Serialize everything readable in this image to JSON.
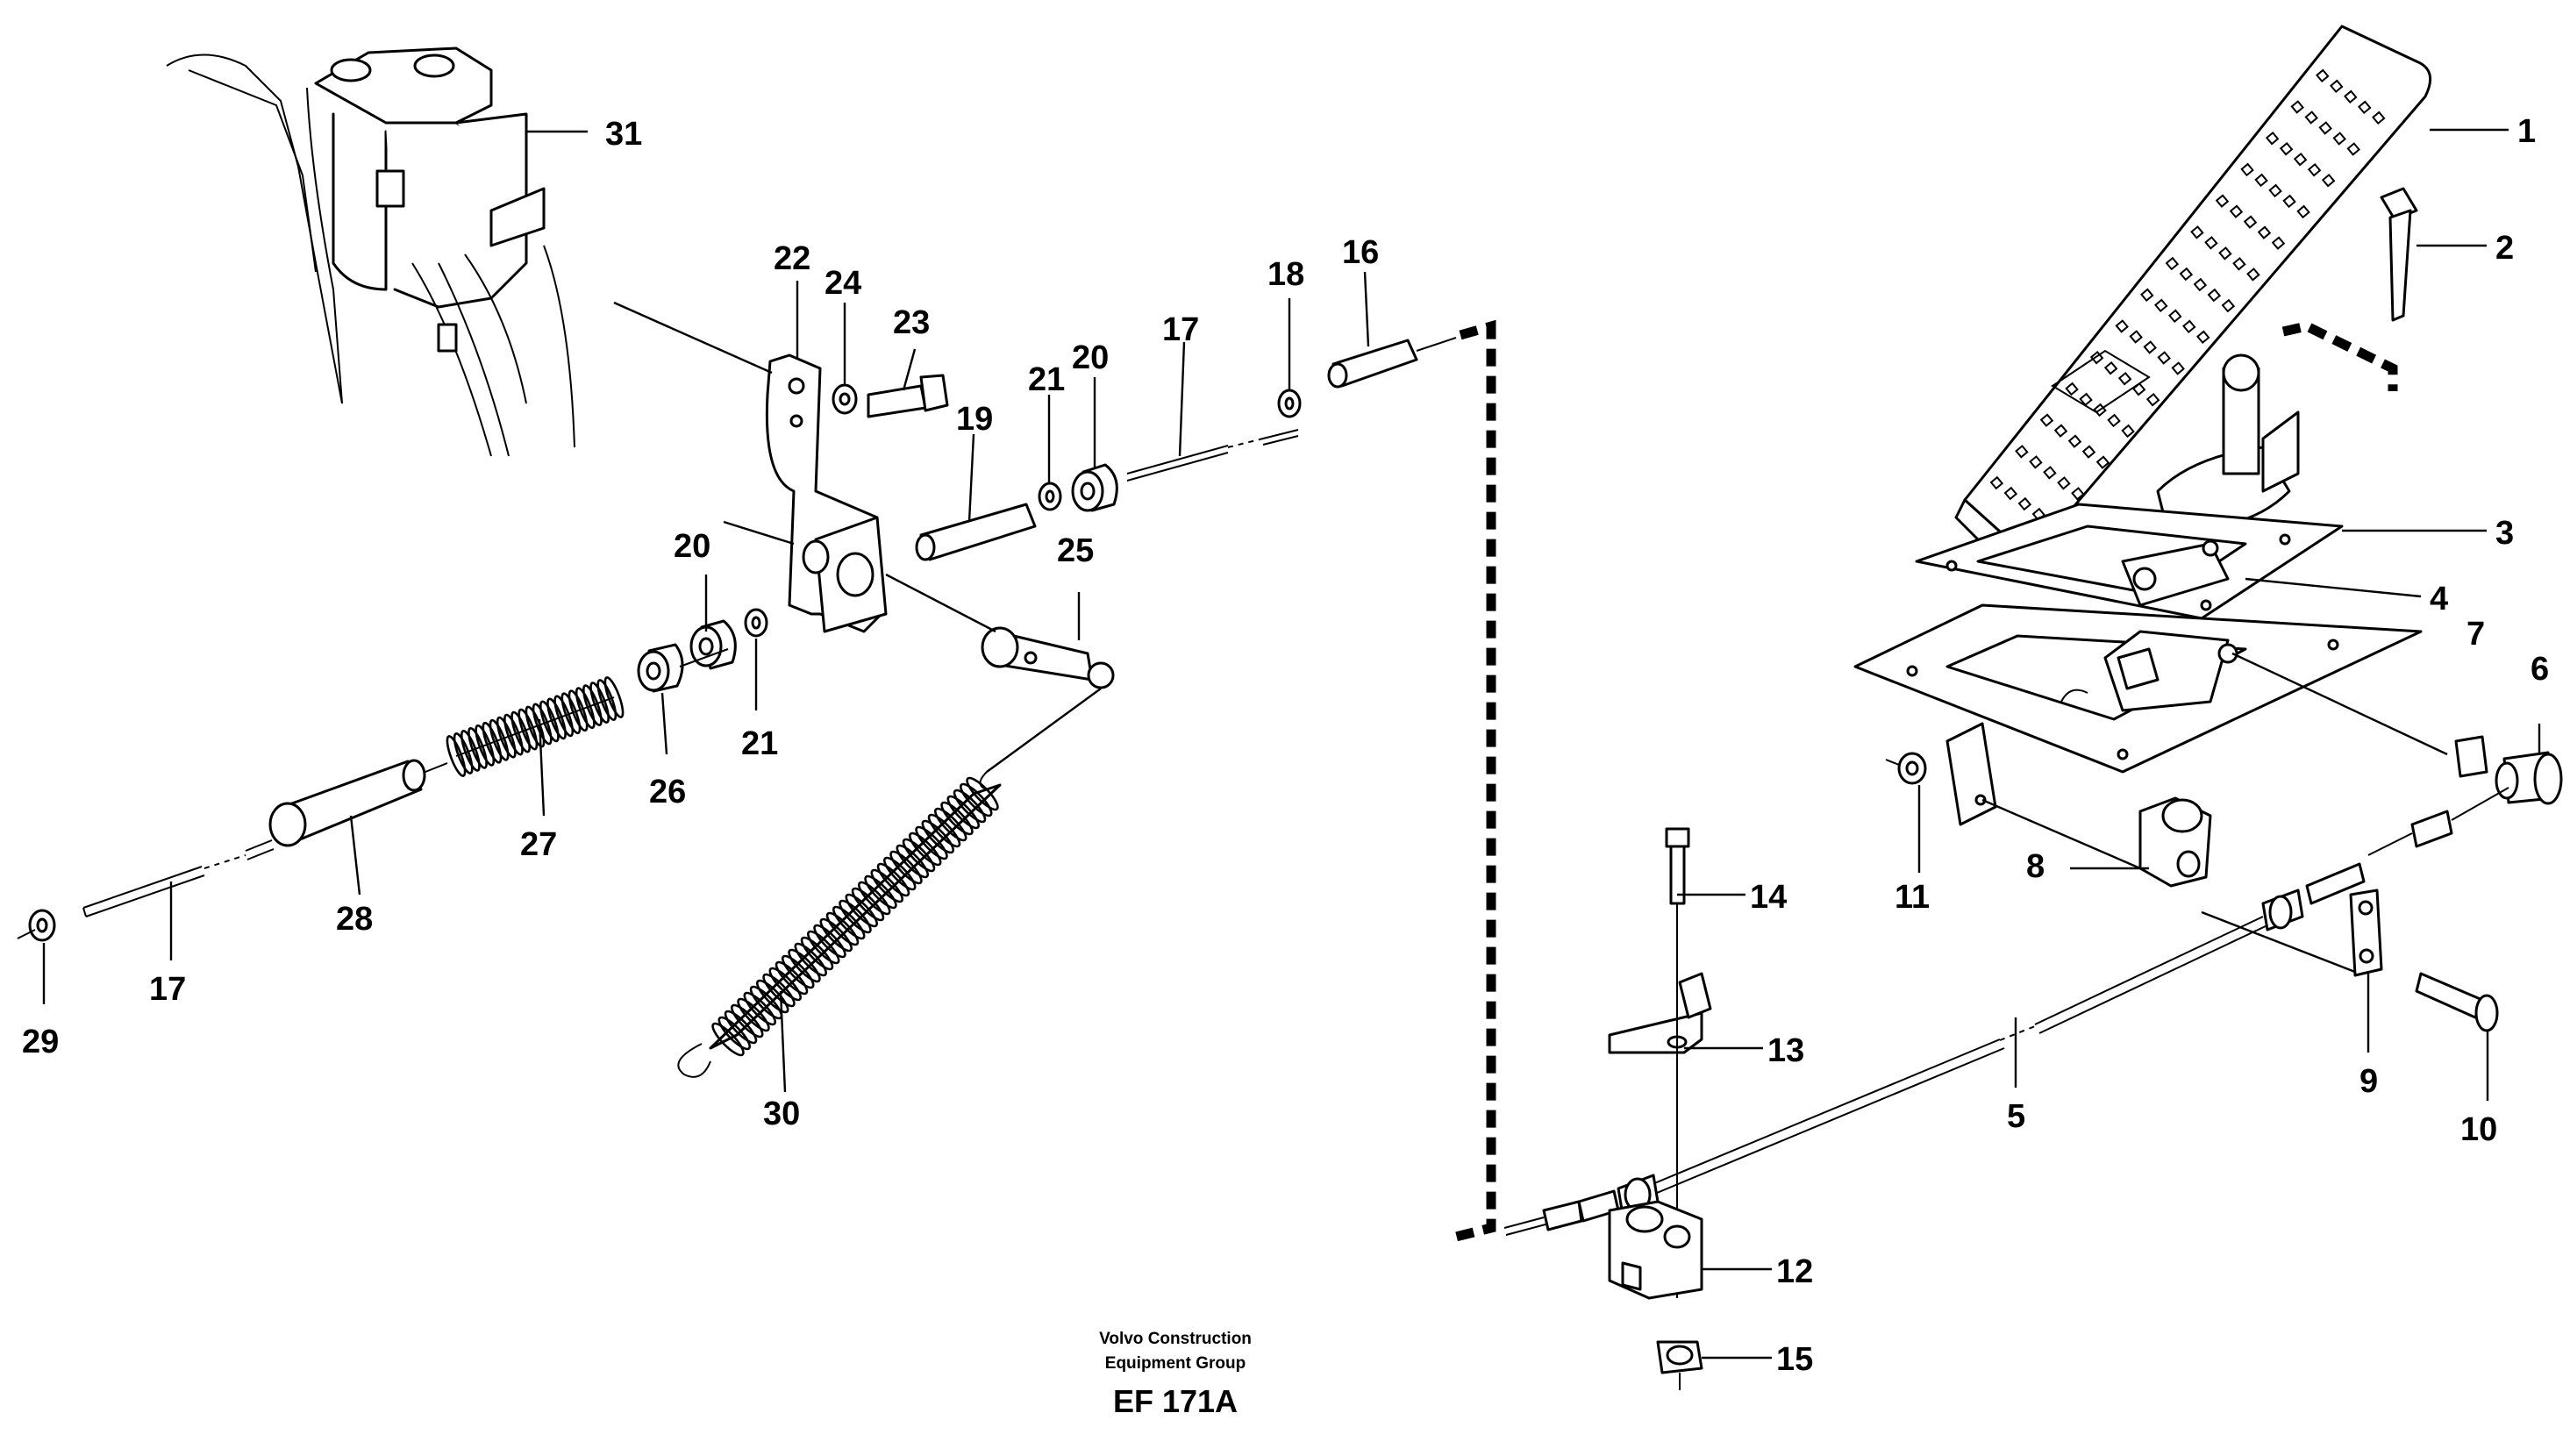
{
  "footer": {
    "company_line1": "Volvo Construction",
    "company_line2": "Equipment Group",
    "figure_code": "EF 171A"
  },
  "callouts": [
    "1",
    "2",
    "3",
    "4",
    "5",
    "6",
    "7",
    "8",
    "9",
    "10",
    "11",
    "12",
    "13",
    "14",
    "15",
    "16",
    "17",
    "17",
    "18",
    "19",
    "20",
    "20",
    "21",
    "21",
    "22",
    "23",
    "24",
    "25",
    "26",
    "27",
    "28",
    "29",
    "30",
    "31"
  ]
}
